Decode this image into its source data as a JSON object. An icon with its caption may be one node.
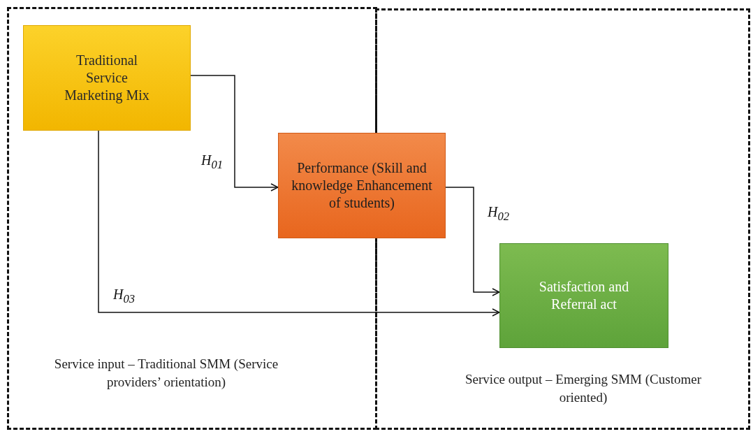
{
  "diagram": {
    "nodes": [
      {
        "text": [
          "Service input – Traditional SMM (Service providers’ orientation)"
        ]
      },
      {
        "text": [
          "Service output – Emerging SMM (Customer oriented)"
        ]
      },
      {
        "text": [
          "Traditional Service Marketing Mix"
        ],
        "in": 0
      },
      {
        "text": [
          "Performance (Skill and knowledge Enhancement of students)"
        ]
      },
      {
        "text": [
          "Satisfaction and Referral act"
        ],
        "in": 1
      }
    ],
    "edges": [
      {
        "from": 2,
        "to": 3,
        "arrow": "to",
        "label": "H$_{01}$"
      },
      {
        "from": 3,
        "to": 4,
        "arrow": "to",
        "label": "H$_{02}$"
      },
      {
        "from": 2,
        "to": 4,
        "arrow": "to",
        "label": "H$_{03}$"
      }
    ]
  }
}
